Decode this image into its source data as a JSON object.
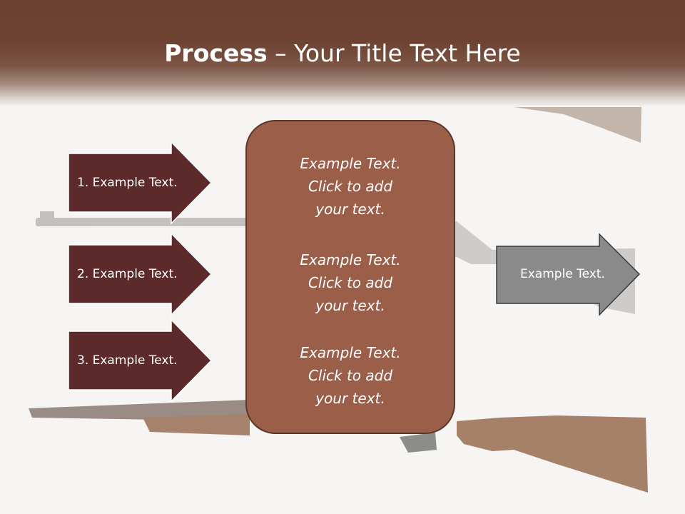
{
  "slide": {
    "title_bold": "Process",
    "title_rest": " – Your Title Text Here",
    "inputs": [
      "1. Example Text.",
      "2. Example Text.",
      "3. Example Text."
    ],
    "center_items": [
      "Example Text.\nClick  to add\nyour text.",
      "Example Text.\nClick  to add\nyour text.",
      "Example Text.\nClick  to add\nyour text."
    ],
    "output": "Example Text."
  },
  "colors": {
    "header": "#6b4031",
    "input_arrow_fill": "#5c2a2b",
    "center_box_fill": "#9a5e49",
    "output_arrow_fill": "#8a8a8a"
  },
  "icons": {
    "background": "rifle-illustration"
  }
}
